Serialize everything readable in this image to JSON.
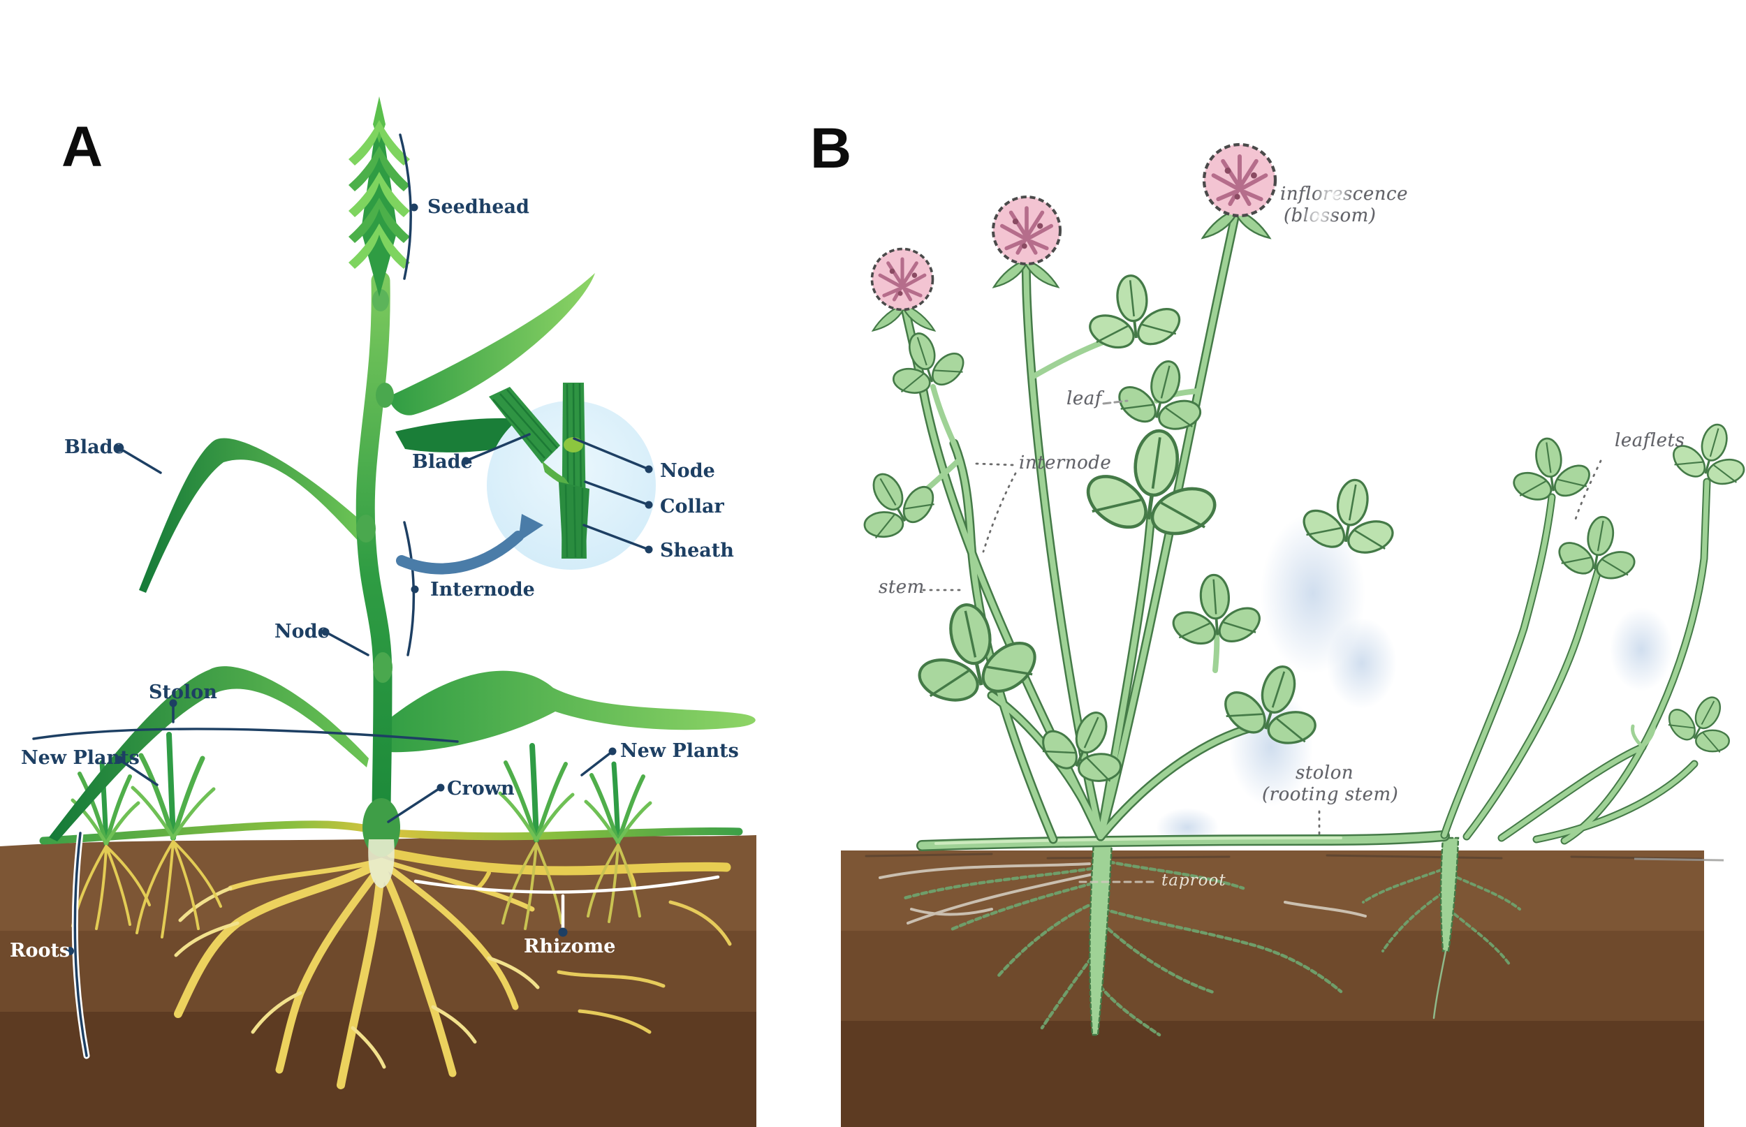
{
  "figure": {
    "type": "botanical-anatomy-diagram",
    "panels": {
      "a": {
        "letter": "A",
        "subject": "grass-plant-anatomy",
        "labels": {
          "seedhead": "Seedhead",
          "blade": "Blade",
          "node": "Node",
          "internode": "Internode",
          "stolon": "Stolon",
          "new_plants_left": "New Plants",
          "new_plants_right": "New Plants",
          "crown": "Crown",
          "roots": "Roots",
          "rhizome": "Rhizome"
        },
        "inset": {
          "blade": "Blade",
          "node": "Node",
          "collar": "Collar",
          "sheath": "Sheath"
        }
      },
      "b": {
        "letter": "B",
        "subject": "clover-plant-anatomy",
        "labels": {
          "inflorescence_line1": "inflorescence",
          "inflorescence_line2": "(blossom)",
          "leaf": "leaf",
          "internode": "internode",
          "stem": "stem",
          "leaflets": "leaflets",
          "stolon_line1": "stolon",
          "stolon_line2": "(rooting stem)",
          "taproot": "taproot"
        }
      }
    },
    "colors": {
      "label_navy": "#1d3f63",
      "label_white": "#ffffff",
      "panel_letter_black": "#0c0c0c",
      "soil_top": "#7d5635",
      "soil_mid": "#6f4a2c",
      "soil_deep": "#5d3b22",
      "grass_dark": "#157a38",
      "grass_mid": "#2f9c43",
      "grass_light": "#7ed45f",
      "root_yellow": "#ecd25e",
      "rhizome_yellow": "#e7cd52",
      "inset_circle_blue": "#d9eefb",
      "arrow_blue": "#4a7ca8",
      "clover_fill": "#a9d79e",
      "clover_outline": "#447a47",
      "flower_pink": "#f3c4d2",
      "flower_detail": "#b56d8b",
      "b_label_gray": "#55565c",
      "smudge_blue": "#b9cce0"
    }
  }
}
